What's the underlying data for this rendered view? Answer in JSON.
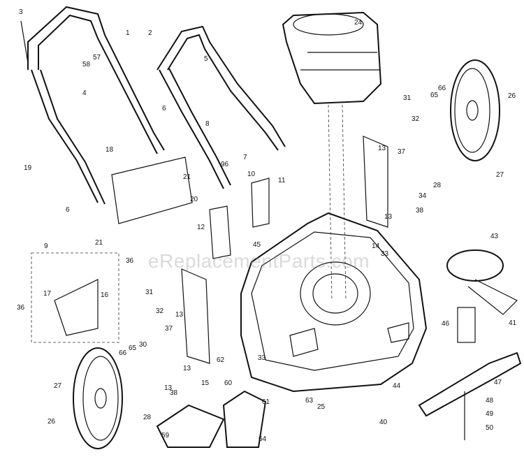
{
  "watermark": "eReplacementParts.com",
  "callouts": [
    "3",
    "1",
    "2",
    "57",
    "58",
    "5",
    "24",
    "4",
    "6",
    "8",
    "18",
    "19",
    "21",
    "96",
    "7",
    "10",
    "11",
    "20",
    "6",
    "12",
    "45",
    "21",
    "9",
    "36",
    "17",
    "16",
    "36",
    "31",
    "32",
    "66",
    "26",
    "65",
    "13",
    "37",
    "28",
    "34",
    "38",
    "13",
    "14",
    "33",
    "27",
    "43",
    "41",
    "46",
    "47",
    "48",
    "49",
    "50",
    "31",
    "32",
    "13",
    "37",
    "30",
    "65",
    "66",
    "13",
    "13",
    "38",
    "15",
    "62",
    "33",
    "60",
    "61",
    "27",
    "26",
    "28",
    "59",
    "64",
    "63",
    "25",
    "40",
    "44"
  ]
}
